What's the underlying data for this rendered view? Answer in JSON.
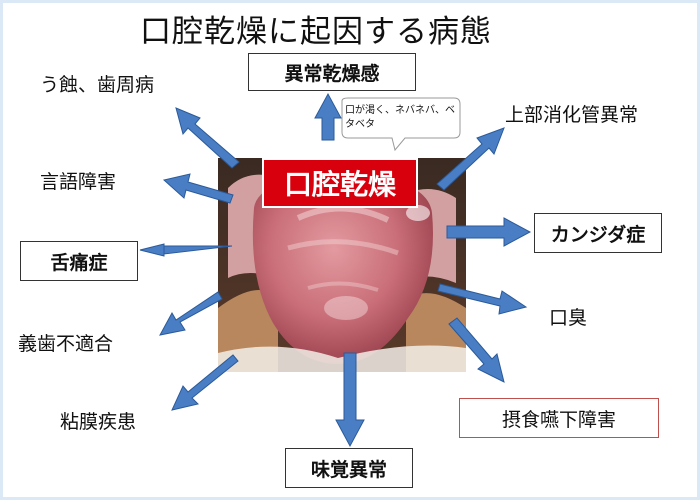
{
  "title": "口腔乾燥に起因する病態",
  "center_label": "口腔乾燥",
  "top_box": "異常乾燥感",
  "callout": "口が渇く、ネバネバ、ベタベタ",
  "effects": {
    "dental_caries_periodontal": "う蝕、歯周病",
    "speech_disorder": "言語障害",
    "glossodynia": "舌痛症",
    "denture_incompatibility": "義歯不適合",
    "mucosal_disease": "粘膜疾患",
    "taste_disorder": "味覚異常",
    "upper_gi_disorder": "上部消化管異常",
    "candidiasis": "カンジダ症",
    "halitosis": "口臭",
    "dysphagia": "摂食嚥下障害"
  },
  "colors": {
    "arrow_fill": "#4a7ec4",
    "arrow_stroke": "#2a5a9a",
    "center_fill": "#d9000d",
    "dysphagia_border": "#c0504d"
  }
}
